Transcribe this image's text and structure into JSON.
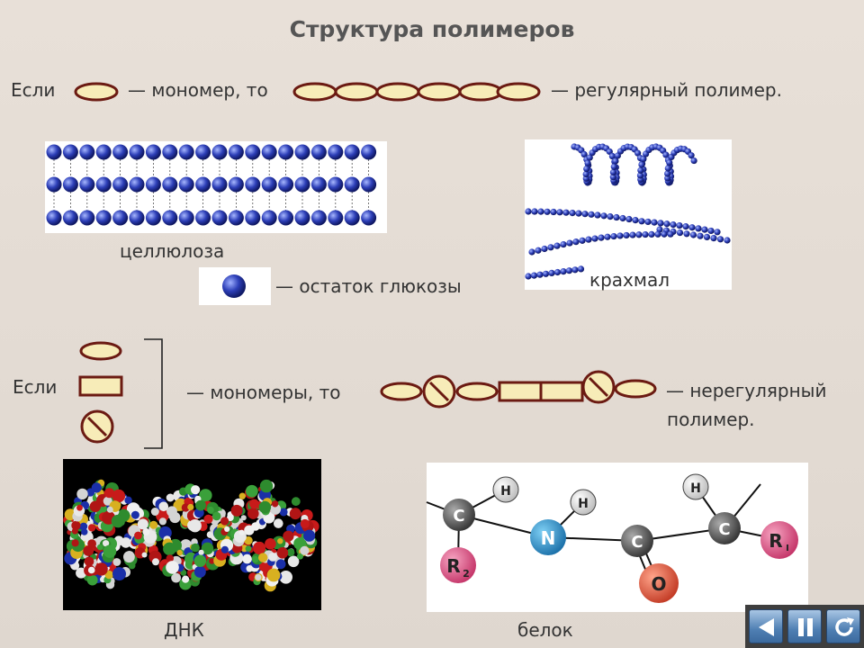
{
  "title": "Структура полимеров",
  "row1": {
    "if_label": "Если",
    "monomer_label": "— мономер, то",
    "polymer_label": "— регулярный полимер."
  },
  "cellulose": {
    "label": "целлюлоза"
  },
  "starch": {
    "label": "крахмал"
  },
  "glucose": {
    "label": "— остаток глюкозы"
  },
  "row2": {
    "if_label": "Если",
    "monomers_label": "— мономеры, то",
    "irregular_line1": "— нерегулярный",
    "irregular_line2": "полимер."
  },
  "dna": {
    "label": "ДНК"
  },
  "protein": {
    "label": "белок",
    "atoms": {
      "c": "C",
      "h": "H",
      "n": "N",
      "o": "O",
      "r2": "R",
      "r2_sub": "2",
      "r1": "R",
      "r1_sub": "I"
    }
  },
  "colors": {
    "bead_fill": "#f7ecb8",
    "bead_stroke": "#6b1a12",
    "glucose_blue": "#2d3fb8",
    "atom_c": "#555555",
    "atom_n": "#2a8cc8",
    "atom_o": "#e0503a",
    "atom_r": "#d84a7a"
  },
  "nav": {
    "icons": [
      "prev-icon",
      "pause-icon",
      "replay-icon"
    ]
  }
}
